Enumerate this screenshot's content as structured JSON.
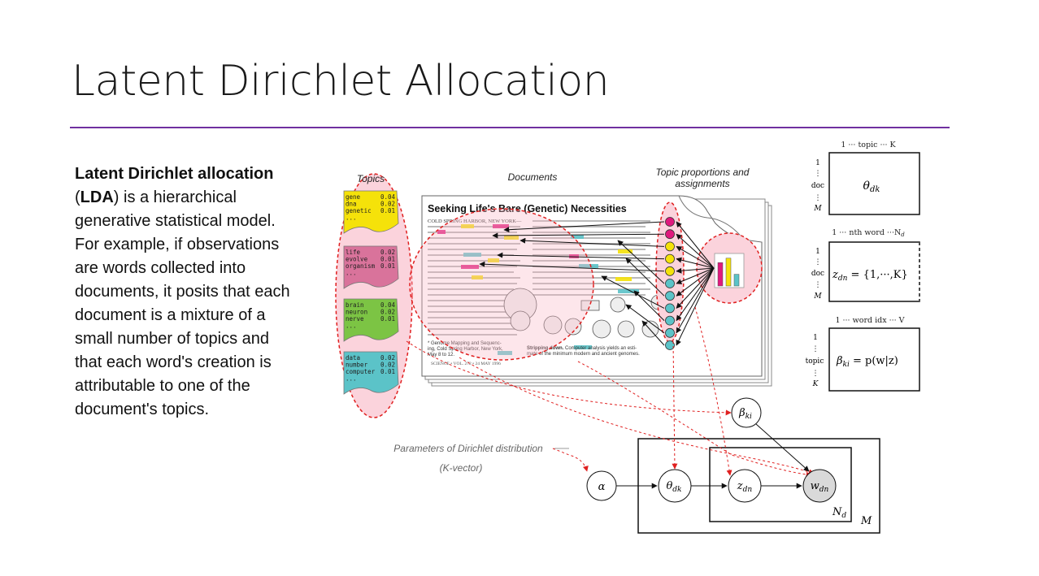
{
  "slide": {
    "title": "Latent Dirichlet Allocation",
    "definition": {
      "term_bold": "Latent Dirichlet allocation",
      "open_paren": " (",
      "abbr_bold": "LDA",
      "rest": ") is a hierarchical generative statistical model.  For example, if observations are words collected into documents, it posits that each document is a mixture of a small number of topics and that each word's creation is attributable to one of the document's topics."
    }
  },
  "figure": {
    "headers": {
      "topics": "Topics",
      "documents": "Documents",
      "proportions_line1": "Topic proportions and",
      "proportions_line2": "assignments"
    },
    "topic_cards": [
      {
        "color": "#f5e20a",
        "rows": [
          [
            "gene",
            "0.04"
          ],
          [
            "dna",
            "0.02"
          ],
          [
            "genetic",
            "0.01"
          ],
          [
            "...",
            ""
          ]
        ]
      },
      {
        "color": "#d9739b",
        "rows": [
          [
            "life",
            "0.02"
          ],
          [
            "evolve",
            "0.01"
          ],
          [
            "organism",
            "0.01"
          ],
          [
            "...",
            ""
          ]
        ]
      },
      {
        "color": "#7cc444",
        "rows": [
          [
            "brain",
            "0.04"
          ],
          [
            "neuron",
            "0.02"
          ],
          [
            "nerve",
            "0.01"
          ],
          [
            "...",
            ""
          ]
        ]
      },
      {
        "color": "#5bc3c8",
        "rows": [
          [
            "data",
            "0.02"
          ],
          [
            "number",
            "0.02"
          ],
          [
            "computer",
            "0.01"
          ],
          [
            "...",
            ""
          ]
        ]
      }
    ],
    "article": {
      "headline": "Seeking Life's Bare (Genetic) Necessities",
      "dateline": "COLD SPRING HARBOR, NEW YORK—",
      "footnote_line1": "* Genome Mapping and Sequenc-",
      "footnote_line2": "ing, Cold Spring Harbor, New York,",
      "footnote_line3": "May 8 to 12.",
      "footer": "SCIENCE • VOL. 272 • 24 MAY 1996",
      "caption_bold": "Stripping down.",
      "caption_rest": " Computer analysis yields an esti-",
      "caption_line2": "mate of the minimum modern and ancient genomes."
    },
    "dot_colors": [
      "#e0197d",
      "#e0197d",
      "#f5e20a",
      "#f5e20a",
      "#f5e20a",
      "#5bc3c8",
      "#5bc3c8",
      "#5bc3c8",
      "#5bc3c8",
      "#5bc3c8",
      "#5bc3c8"
    ],
    "histogram_colors": [
      "#e0197d",
      "#f5e20a",
      "#5bc3c8"
    ],
    "histogram_values": [
      0.8,
      0.95,
      0.4
    ]
  },
  "matrices": {
    "theta": {
      "top_label": "1  ···  topic  ···  K",
      "side_one": "1",
      "side_label": "doc",
      "side_end": "M",
      "symbol": "θ",
      "sub": "dk"
    },
    "z": {
      "top_label": "1 ··· nth word ···N",
      "top_sub": "d",
      "side_one": "1",
      "side_label": "doc",
      "side_end": "M",
      "symbol": "z",
      "sub": "dn",
      "rhs": " = {1,···,K}"
    },
    "beta": {
      "top_label": "1  ···  word idx  ···  V",
      "side_one": "1",
      "side_label": "topic",
      "side_end": "K",
      "symbol": "β",
      "sub": "ki",
      "rhs": " = p(w|z)"
    }
  },
  "graphical_model": {
    "param_label": "Parameters of Dirichlet distribution",
    "param_sub": "(K-vector)",
    "alpha": "α",
    "theta": "θ",
    "theta_sub": "dk",
    "z": "z",
    "z_sub": "dn",
    "w": "w",
    "w_sub": "dn",
    "beta": "β",
    "beta_sub": "ki",
    "plate_inner": "N",
    "plate_inner_sub": "d",
    "plate_outer": "M"
  },
  "colors": {
    "accent_rule": "#7030a0",
    "dashed_red": "#e02020",
    "pink_fill": "#fbd3dc"
  }
}
